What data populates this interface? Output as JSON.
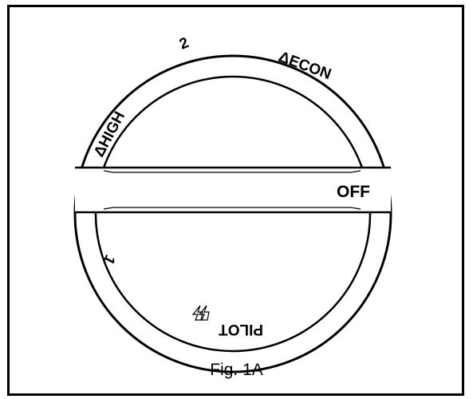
{
  "figure": {
    "caption": "Fig. 1A"
  },
  "knob": {
    "labels": {
      "two": "2",
      "econ": "ΔECON",
      "high": "ΔHIGH",
      "off": "OFF",
      "one": "1",
      "pilot": "PILOT"
    },
    "pilot_icon": "spark-icon",
    "line_color": "#000000",
    "fill_color": "#ffffff"
  }
}
